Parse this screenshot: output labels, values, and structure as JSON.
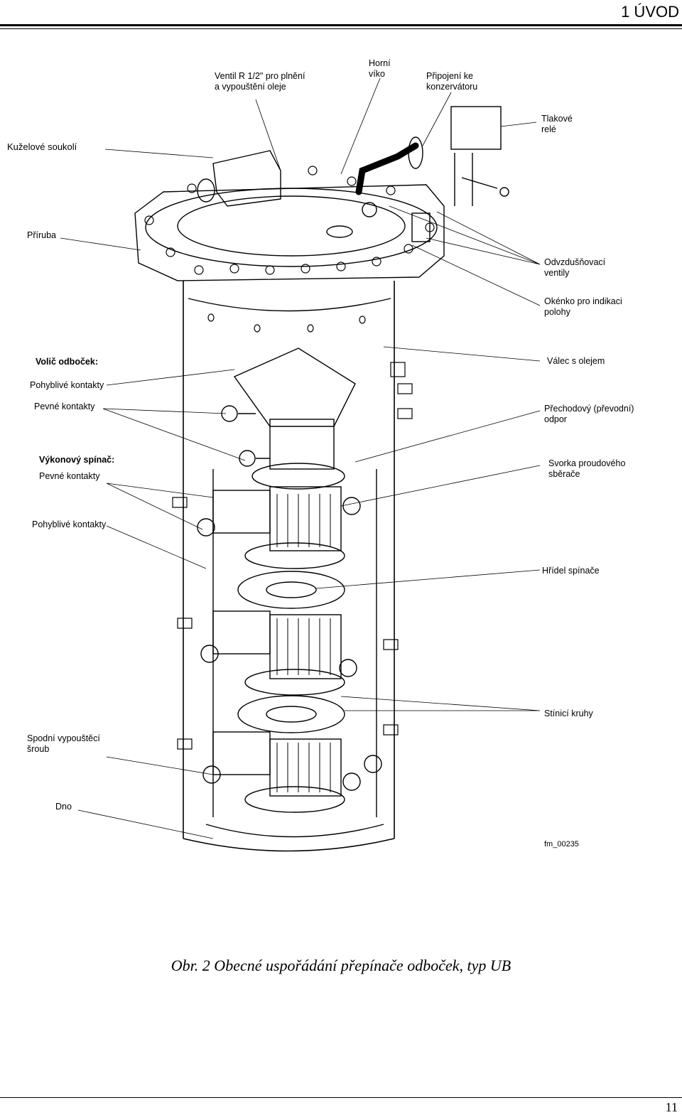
{
  "header": {
    "section_title": "1 ÚVOD"
  },
  "figure": {
    "labels": {
      "kuzelove_soukoli": "Kuželové soukolí",
      "ventil_line1": "Ventil R 1/2\" pro plnění",
      "ventil_line2": "a vypouštění oleje",
      "horni_line1": "Horní",
      "horni_line2": "víko",
      "pripojeni_line1": "Připojení ke",
      "pripojeni_line2": "konzervátoru",
      "tlakove_line1": "Tlakové",
      "tlakove_line2": "relé",
      "priruba": "Příruba",
      "odvzdus_line1": "Odvzdušňovací",
      "odvzdus_line2": "ventily",
      "okenko_line1": "Okénko pro indikaci",
      "okenko_line2": "polohy",
      "volic": "Volič odboček:",
      "volic_pohyblive": "Pohyblivé kontakty",
      "volic_pevne": "Pevné kontakty",
      "valec": "Válec s olejem",
      "prechodovy_line1": "Přechodový (převodní)",
      "prechodovy_line2": "odpor",
      "vykonovy": "Výkonový spínač:",
      "vykonovy_pevne": "Pevné kontakty",
      "vykonovy_pohyblive": "Pohyblivé kontakty",
      "svorka_line1": "Svorka proudového",
      "svorka_line2": "sběrače",
      "hridel": "Hřídel spínače",
      "stinici": "Stínicí kruhy",
      "spodni_line1": "Spodní vypouštěcí",
      "spodni_line2": "šroub",
      "dno": "Dno",
      "drawing_id": "fm_00235"
    }
  },
  "caption": "Obr. 2 Obecné uspořádání přepínače odboček, typ UB",
  "footer": {
    "page_number": "11"
  }
}
